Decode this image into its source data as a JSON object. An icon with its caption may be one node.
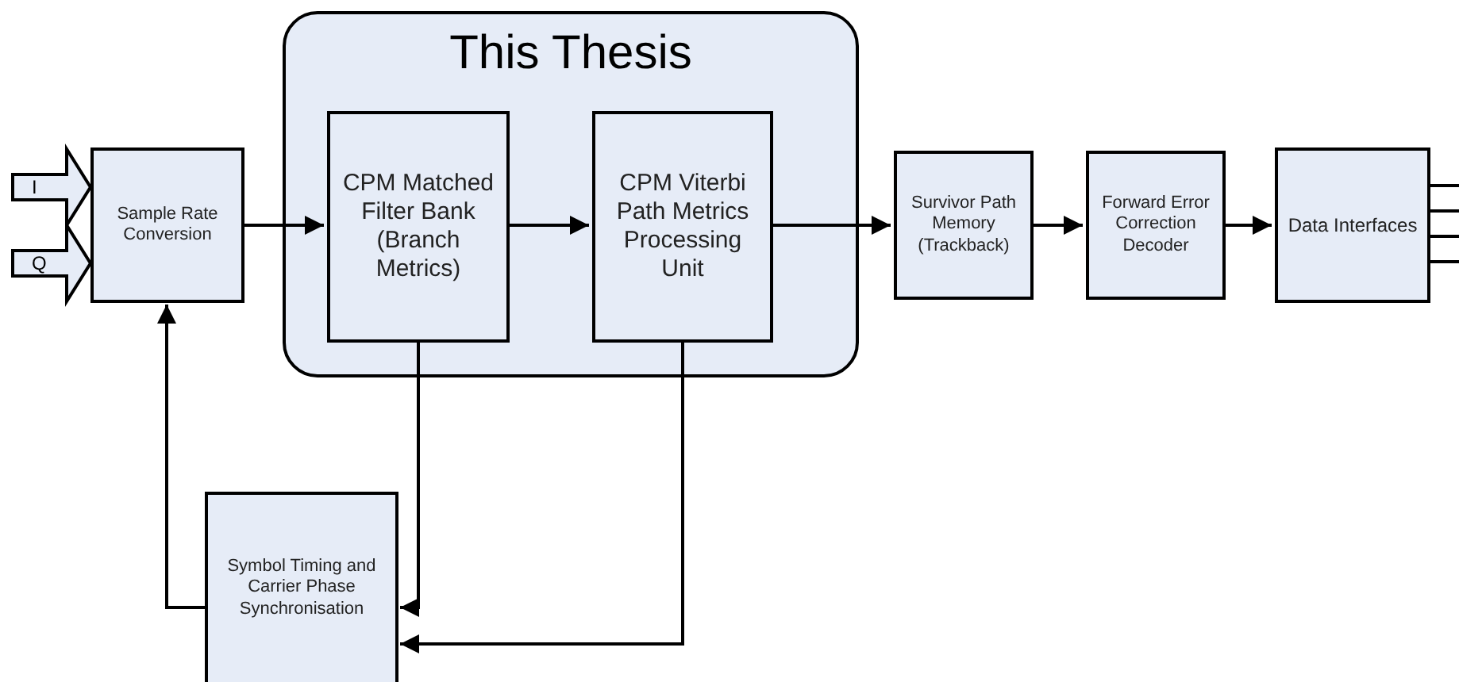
{
  "diagram": {
    "nodes": [
      {
        "text": [
          "Sample Rate Conversion"
        ]
      },
      {
        "text": [
          "This Thesis"
        ]
      },
      {
        "text": [
          "CPM Matched Filter Bank (Branch Metrics)"
        ],
        "in": 1
      },
      {
        "text": [
          "CPM Viterbi Path Metrics Processing Unit"
        ],
        "in": 1
      },
      {
        "text": [
          "Survivor Path Memory (Trackback)"
        ]
      },
      {
        "text": [
          "Forward Error Correction Decoder"
        ]
      },
      {
        "text": [
          "Data Interfaces"
        ]
      },
      {
        "text": [
          "Symbol Timing and Carrier Phase Synchronisation"
        ]
      }
    ],
    "edges": [
      {
        "from": null,
        "to": 0,
        "arrow": "to",
        "label": "I",
        "style": "thick"
      },
      {
        "from": null,
        "to": 0,
        "arrow": "to",
        "label": "Q",
        "style": "thick"
      },
      {
        "from": 0,
        "to": 2,
        "arrow": "to"
      },
      {
        "from": 2,
        "to": 3,
        "arrow": "to"
      },
      {
        "from": 3,
        "to": 4,
        "arrow": "to"
      },
      {
        "from": 4,
        "to": 5,
        "arrow": "to"
      },
      {
        "from": 5,
        "to": 6,
        "arrow": "to"
      },
      {
        "from": 2,
        "to": 7,
        "arrow": "to"
      },
      {
        "from": 3,
        "to": 7,
        "arrow": "to"
      },
      {
        "from": 7,
        "to": 0,
        "arrow": "to"
      },
      {
        "from": 6,
        "to": null,
        "arrow": "none"
      },
      {
        "from": 6,
        "to": null,
        "arrow": "none"
      },
      {
        "from": 6,
        "to": null,
        "arrow": "none"
      },
      {
        "from": 6,
        "to": null,
        "arrow": "none"
      }
    ]
  }
}
